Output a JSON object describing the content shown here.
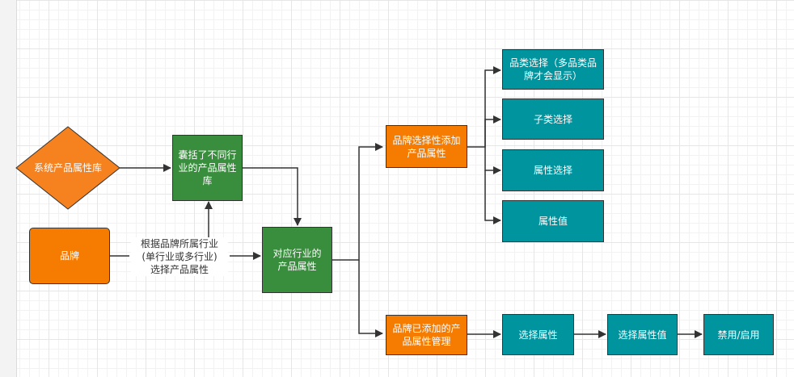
{
  "nodes": {
    "system_attr_lib": "系统产品属性库",
    "industry_attr_lib": "囊括了不同行业的产品属性库",
    "brand": "品牌",
    "industry_attrs": "对应行业的产品属性",
    "brand_add_attrs": "品牌选择性添加产品属性",
    "brand_added_mgmt": "品牌已添加的产品属性管理",
    "category_select": "品类选择（多品类品牌才会显示）",
    "subcategory_select": "子类选择",
    "attr_select": "属性选择",
    "attr_value": "属性值",
    "select_attr": "选择属性",
    "select_attr_value": "选择属性值",
    "disable_enable": "禁用/启用"
  },
  "edge_label": [
    "根据品牌所属行业",
    "(单行业或多行业)",
    "选择产品属性"
  ],
  "colors": {
    "orange": "#f57c00",
    "green": "#388e3c",
    "teal": "#00949f",
    "edge": "#333333"
  }
}
